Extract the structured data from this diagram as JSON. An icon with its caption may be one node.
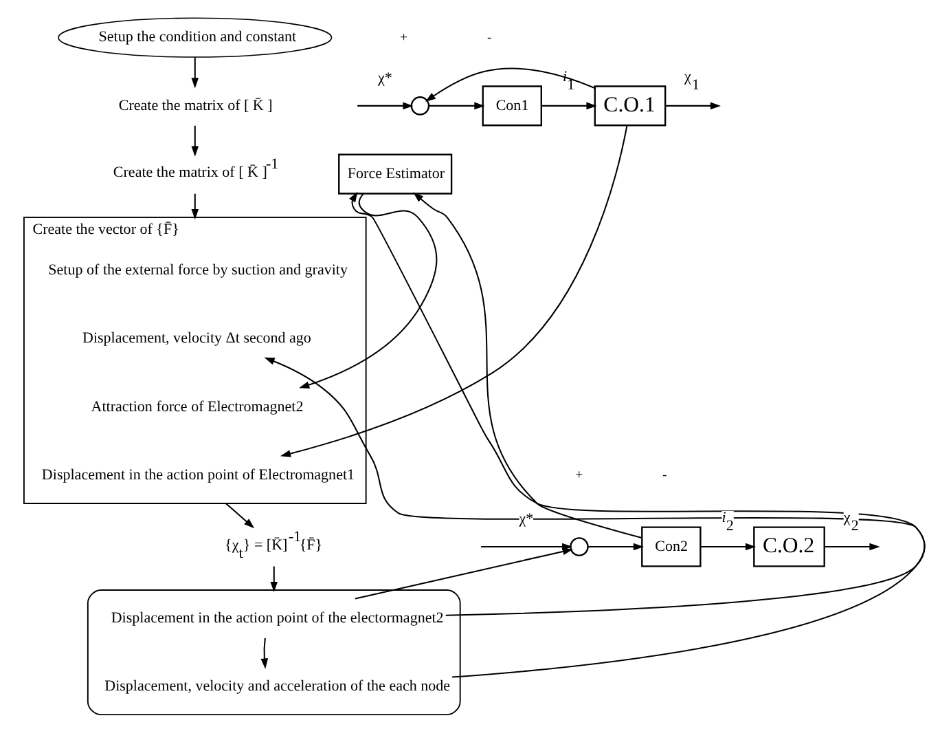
{
  "diagram": {
    "nodes": [
      {
        "text": [
          "Setup the condition and constant"
        ]
      },
      {
        "text": [
          "Create the matrix of [ K̄ ]"
        ]
      },
      {
        "text": [
          "Create the matrix of [ K̄ ]$^{-1}$"
        ]
      },
      {
        "text": [
          "Create the vector of {F̄}"
        ]
      },
      {
        "text": [
          "Setup of the external force by suction and gravity"
        ],
        "in": 3
      },
      {
        "text": [
          "Displacement, velocity Δt second ago"
        ],
        "in": 3
      },
      {
        "text": [
          "Attraction force of Electromagnet2"
        ],
        "in": 3
      },
      {
        "text": [
          "Displacement in the action point of Electromagnet1"
        ],
        "in": 3
      },
      {
        "text": [
          "{χ$_{t}$} = [K̄]$^{-1}${F̄}"
        ]
      },
      {
        "text": [],
        "shape": "box"
      },
      {
        "text": [
          "Displacement in the action point of the electormagnet2"
        ],
        "in": 9
      },
      {
        "text": [
          "Displacement, velocity and acceleration of the each node"
        ],
        "in": 9
      },
      {
        "text": [],
        "shape": "circle"
      },
      {
        "text": [
          "Con1"
        ]
      },
      {
        "text": [
          "C.O.1"
        ]
      },
      {
        "text": [
          "Force Estimator"
        ]
      },
      {
        "text": [],
        "shape": "circle"
      },
      {
        "text": [
          "Con2"
        ]
      },
      {
        "text": [
          "C.O.2"
        ]
      }
    ],
    "edges": [
      {
        "from": 0,
        "to": 1,
        "arrow": "to"
      },
      {
        "from": 1,
        "to": 2,
        "arrow": "to"
      },
      {
        "from": 2,
        "to": 3,
        "arrow": "to"
      },
      {
        "from": 3,
        "to": 8,
        "arrow": "to"
      },
      {
        "from": 8,
        "to": 9,
        "arrow": "to"
      },
      {
        "from": 10,
        "to": 11,
        "arrow": "to"
      },
      {
        "from": 11,
        "to": 5,
        "arrow": "to"
      },
      {
        "from": null,
        "to": 12,
        "arrow": "to",
        "label": "χ*"
      },
      {
        "from": 12,
        "to": 13,
        "arrow": "to"
      },
      {
        "from": 13,
        "to": 14,
        "arrow": "to",
        "label": "*i*$_{1}$"
      },
      {
        "from": 14,
        "to": null,
        "arrow": "to",
        "label": "χ$_{1}$"
      },
      {
        "from": 14,
        "to": 12,
        "arrow": "to"
      },
      {
        "from": 14,
        "to": 7,
        "arrow": "to"
      },
      {
        "from": 15,
        "to": 6,
        "arrow": "to"
      },
      {
        "from": 10,
        "to": 15,
        "arrow": "to"
      },
      {
        "from": 10,
        "to": 16,
        "arrow": "to"
      },
      {
        "from": null,
        "to": 16,
        "arrow": "to",
        "label": "χ*"
      },
      {
        "from": 16,
        "to": 17,
        "arrow": "to"
      },
      {
        "from": 17,
        "to": 18,
        "arrow": "to",
        "label": "*i*$_{2}$"
      },
      {
        "from": 17,
        "to": 15,
        "arrow": "to"
      },
      {
        "from": 18,
        "to": null,
        "arrow": "to",
        "label": "χ$_{2}$"
      }
    ],
    "labels": [
      "+",
      "-",
      "+",
      "-"
    ]
  }
}
